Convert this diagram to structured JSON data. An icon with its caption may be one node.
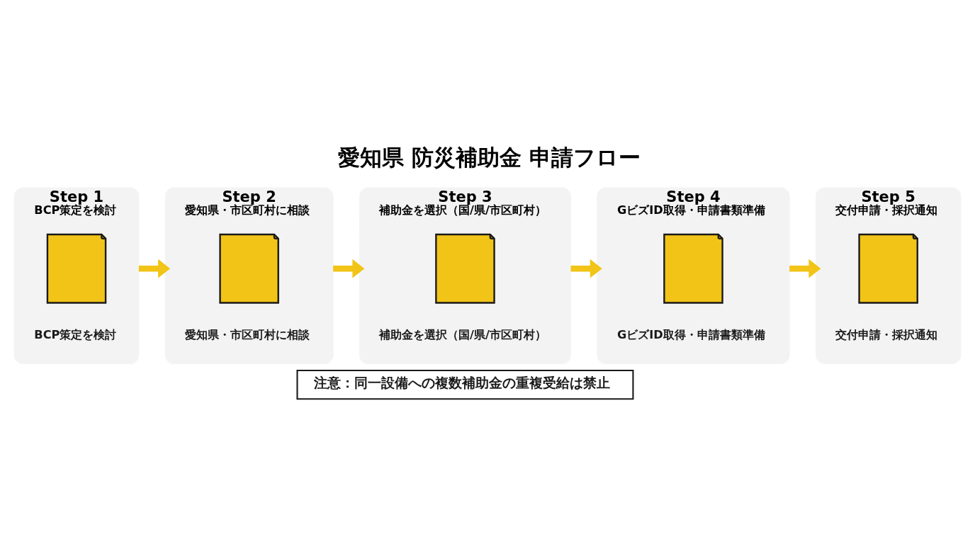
{
  "diagram": {
    "title": "愛知県 防災補助金 申請フロー",
    "nodes": [
      {
        "text": [
          "Step 1",
          "BCP策定を検討",
          "BCP策定を検討"
        ]
      },
      {
        "text": [],
        "shape": "picture",
        "in": 0
      },
      {
        "text": [
          "Step 2",
          "愛知県・市区町村に相談",
          "愛知県・市区町村に相談"
        ]
      },
      {
        "text": [],
        "shape": "picture",
        "in": 2
      },
      {
        "text": [
          "Step 3",
          "補助金を選択（国/県/市区町村）",
          "補助金を選択（国/県/市区町村）"
        ]
      },
      {
        "text": [],
        "shape": "picture",
        "in": 4
      },
      {
        "text": [
          "Step 4",
          "GビズID取得・申請書類準備",
          "GビズID取得・申請書類準備"
        ]
      },
      {
        "text": [],
        "shape": "picture",
        "in": 6
      },
      {
        "text": [
          "Step 5",
          "交付申請・採択通知",
          "交付申請・採択通知"
        ]
      },
      {
        "text": [],
        "shape": "picture",
        "in": 8
      },
      {
        "text": [
          "注意：同一設備への複数補助金の重複受給は禁止"
        ]
      }
    ],
    "edges": [
      {
        "from": 0,
        "to": 2,
        "arrow": "to"
      },
      {
        "from": 2,
        "to": 4,
        "arrow": "to"
      },
      {
        "from": 4,
        "to": 6,
        "arrow": "to"
      },
      {
        "from": 6,
        "to": 8,
        "arrow": "to"
      }
    ]
  }
}
